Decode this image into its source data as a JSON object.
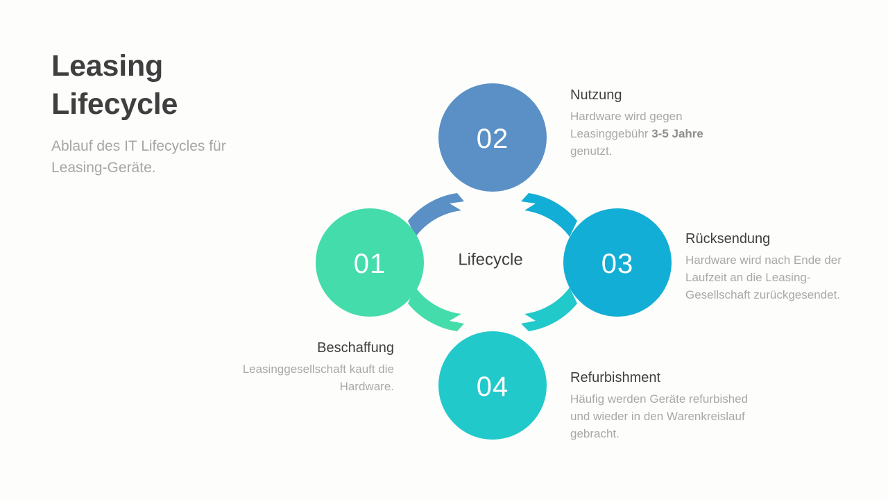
{
  "heading": {
    "title_line1": "Leasing",
    "title_line2": "Lifecycle",
    "subtitle": "Ablauf des IT Lifecycles für Leasing-Geräte."
  },
  "hub": {
    "label": "Lifecycle"
  },
  "colors": {
    "background": "#fdfdfb",
    "step01": "#45dcab",
    "step02": "#5a90c5",
    "step03": "#13aed5",
    "step04": "#22c9cb",
    "title_text": "#3f3f3f",
    "body_text": "#a8a8a8",
    "number_text": "#ffffff"
  },
  "steps": [
    {
      "number": "01",
      "title": "Beschaffung",
      "body_plain": "Leasinggesellschaft kauft die Hardware.",
      "body_pre": "Leasinggesellschaft kauft die Hardware.",
      "body_bold": "",
      "body_post": "",
      "color": "#45dcab",
      "align": "right"
    },
    {
      "number": "02",
      "title": "Nutzung",
      "body_plain": "Hardware wird gegen Leasinggebühr 3-5 Jahre genutzt.",
      "body_pre": "Hardware wird gegen Leasinggebühr ",
      "body_bold": "3-5 Jahre",
      "body_post": " genutzt.",
      "color": "#5a90c5",
      "align": "left"
    },
    {
      "number": "03",
      "title": "Rücksendung",
      "body_plain": "Hardware wird nach Ende der Laufzeit an die Leasing-Gesellschaft zurückgesendet.",
      "body_pre": "Hardware wird nach Ende der Laufzeit an die Leasing-Gesellschaft zurückgesendet.",
      "body_bold": "",
      "body_post": "",
      "color": "#13aed5",
      "align": "left"
    },
    {
      "number": "04",
      "title": "Refurbishment",
      "body_plain": "Häufig werden Geräte refurbished und wieder in den Warenkreislauf gebracht.",
      "body_pre": "Häufig werden Geräte refurbished und wieder in den Warenkreislauf gebracht.",
      "body_bold": "",
      "body_post": "",
      "color": "#22c9cb",
      "align": "left"
    }
  ]
}
